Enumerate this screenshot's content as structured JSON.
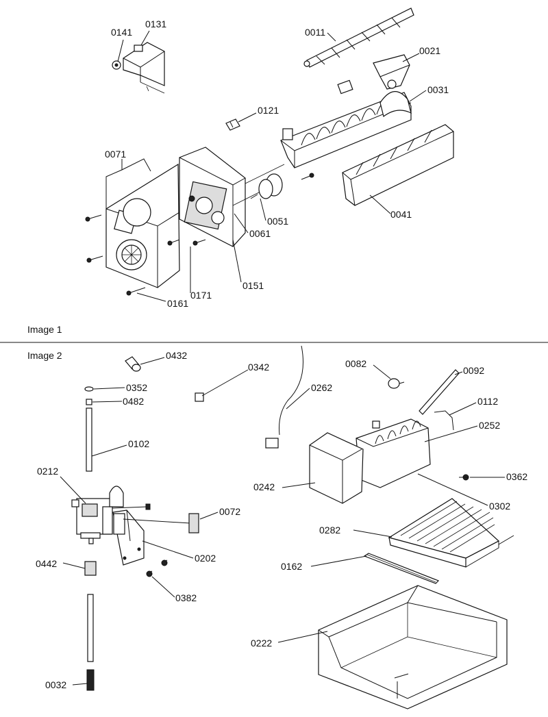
{
  "diagram": {
    "image1_caption": "Image 1",
    "image2_caption": "Image 2",
    "colors": {
      "ink": "#111111",
      "paper": "#ffffff",
      "shade": "#dddddd"
    },
    "image1_labels": [
      {
        "id": "0141",
        "text": "0141"
      },
      {
        "id": "0131",
        "text": "0131"
      },
      {
        "id": "0011",
        "text": "0011"
      },
      {
        "id": "0021",
        "text": "0021"
      },
      {
        "id": "0031",
        "text": "0031"
      },
      {
        "id": "0121",
        "text": "0121"
      },
      {
        "id": "0071",
        "text": "0071"
      },
      {
        "id": "0051",
        "text": "0051"
      },
      {
        "id": "0061",
        "text": "0061"
      },
      {
        "id": "0041",
        "text": "0041"
      },
      {
        "id": "0151",
        "text": "0151"
      },
      {
        "id": "0171",
        "text": "0171"
      },
      {
        "id": "0161",
        "text": "0161"
      }
    ],
    "image2_labels": [
      {
        "id": "0432",
        "text": "0432"
      },
      {
        "id": "0342",
        "text": "0342"
      },
      {
        "id": "0352",
        "text": "0352"
      },
      {
        "id": "0482",
        "text": "0482"
      },
      {
        "id": "0102",
        "text": "0102"
      },
      {
        "id": "0212",
        "text": "0212"
      },
      {
        "id": "0262",
        "text": "0262"
      },
      {
        "id": "0082",
        "text": "0082"
      },
      {
        "id": "0092",
        "text": "0092"
      },
      {
        "id": "0112",
        "text": "0112"
      },
      {
        "id": "0252",
        "text": "0252"
      },
      {
        "id": "0242",
        "text": "0242"
      },
      {
        "id": "0362",
        "text": "0362"
      },
      {
        "id": "0302",
        "text": "0302"
      },
      {
        "id": "0072",
        "text": "0072"
      },
      {
        "id": "0282",
        "text": "0282"
      },
      {
        "id": "0162",
        "text": "0162"
      },
      {
        "id": "0202",
        "text": "0202"
      },
      {
        "id": "0442",
        "text": "0442"
      },
      {
        "id": "0382",
        "text": "0382"
      },
      {
        "id": "0222",
        "text": "0222"
      },
      {
        "id": "0032",
        "text": "0032"
      }
    ]
  }
}
